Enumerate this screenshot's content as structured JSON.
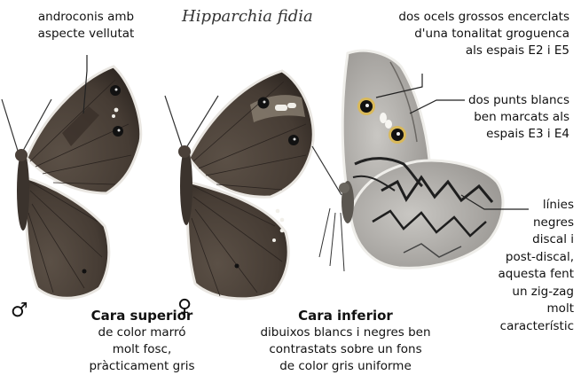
{
  "title": "Hipparchia fidia",
  "labels": {
    "androconis": [
      "androconis amb",
      "aspecte vellutat"
    ],
    "ocels": [
      "dos ocels grossos encerclats",
      "d'una tonalitat groguenca",
      "als espais E2 i E5"
    ],
    "punts": [
      "dos punts blancs",
      "ben marcats als",
      "espais E3 i E4"
    ],
    "linies": [
      "línies",
      "negres",
      "discal i",
      "post-discal,",
      "aquesta fent",
      "un zig-zag",
      "molt",
      "característic"
    ]
  },
  "captions": {
    "superior": {
      "heading": "Cara superior",
      "lines": [
        "de color marró",
        "molt fosc,",
        "pràcticament gris"
      ]
    },
    "inferior": {
      "heading": "Cara inferior",
      "lines": [
        "dibuixos blancs i negres ben",
        "contrastats sobre un fons",
        "de color gris uniforme"
      ]
    }
  },
  "symbols": {
    "male": "♂",
    "female": "♀"
  },
  "colors": {
    "wing_brown": "#4a3f36",
    "wing_dark": "#2a2320",
    "wing_grey": "#a8a6a2",
    "fringe": "#e8e6e2",
    "leader": "#222222"
  }
}
